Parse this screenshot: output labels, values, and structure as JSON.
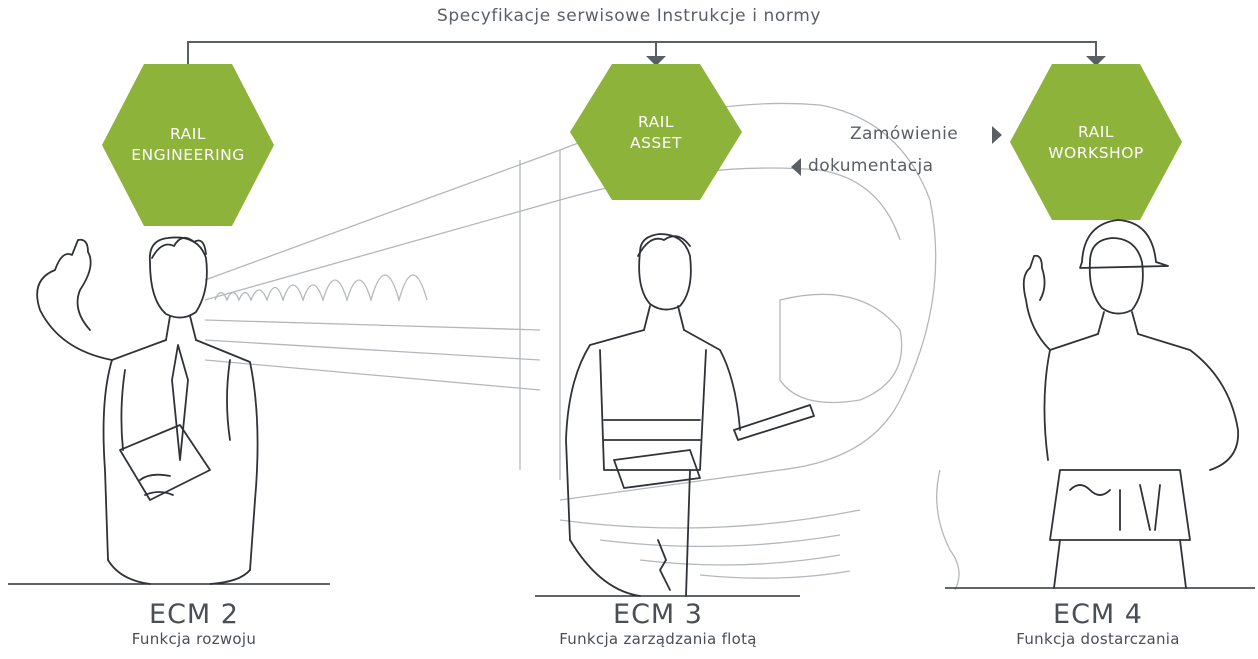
{
  "header": {
    "flow_label": "Specyfikacje serwisowe Instrukcje i normy"
  },
  "colors": {
    "hex_fill": "#8db33a",
    "line": "#5a5f66",
    "sketch": "#2f3237"
  },
  "nodes": [
    {
      "line1": "RAIL",
      "line2": "ENGINEERING"
    },
    {
      "line1": "RAIL",
      "line2": "ASSET"
    },
    {
      "line1": "RAIL",
      "line2": "WORKSHOP"
    }
  ],
  "exchange": {
    "order_label": "Zamówienie",
    "docs_label": "dokumentacja"
  },
  "ecm": [
    {
      "title": "ECM 2",
      "subtitle": "Funkcja rozwoju"
    },
    {
      "title": "ECM 3",
      "subtitle": "Funkcja zarządzania flotą"
    },
    {
      "title": "ECM 4",
      "subtitle": "Funkcja dostarczania"
    }
  ]
}
